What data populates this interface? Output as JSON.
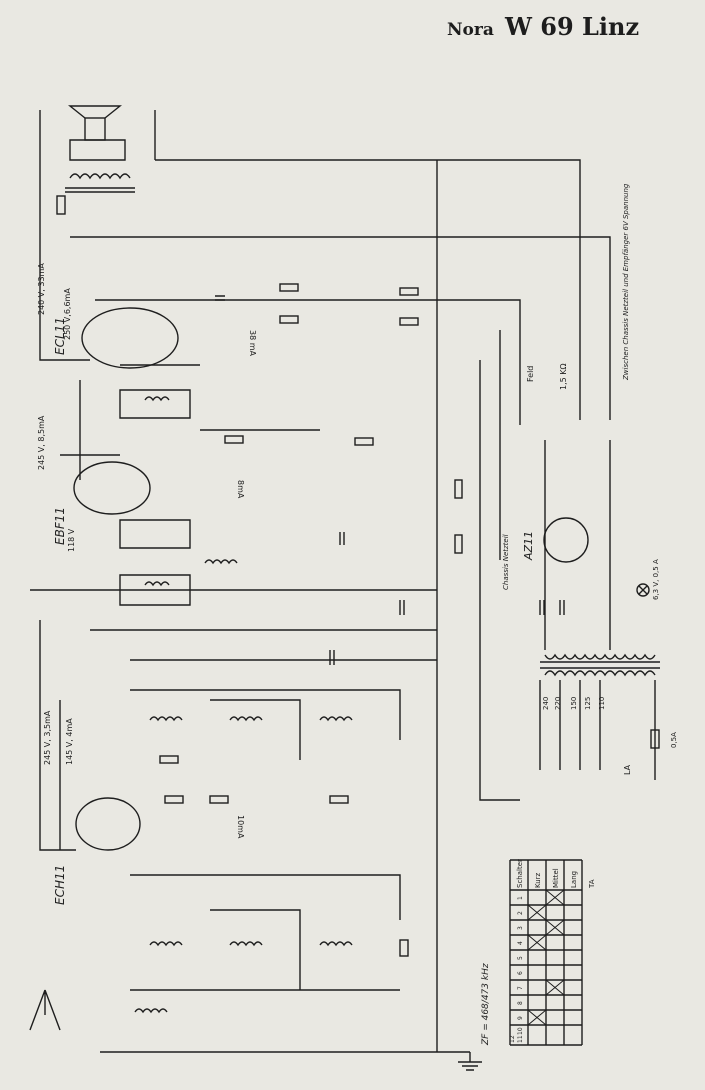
{
  "header": {
    "brand": "Nora",
    "model": "W 69 Linz"
  },
  "tubes": {
    "ecl11": "ECL11",
    "ebf11": "EBF11",
    "ech11": "ECH11",
    "az11": "AZ11"
  },
  "labels": {
    "v_ecl_a": "240 V, 33mA",
    "v_ecl_g": "250 V,6,6mA",
    "i_ecl": "38 mA",
    "v_ebf_a": "245 V, 8,5mA",
    "v_ebf_g": "118 V",
    "i_ebf": "8mA",
    "v_ech_a": "245 V, 3,5mA",
    "v_ech_g": "145 V, 4mA",
    "i_ech": "10mA",
    "zf": "ZF = 468/473 kHz",
    "feld": "Feld",
    "feld_r": "1,5 KΩ",
    "note": "Zwischen Chassis Netzteil und Empfänger 6V Spannung",
    "chassis": "Chassis Netzteil",
    "lamp": "6,3 V, 0,5 A",
    "fuse": "0,5A",
    "la": "LA",
    "tap240": "240",
    "tap220": "220",
    "tap150": "150",
    "tap125": "125",
    "tap110": "110"
  },
  "switch_table": {
    "header": "Schalter",
    "cols": [
      "1",
      "2",
      "3",
      "4",
      "5",
      "6",
      "7",
      "8",
      "9",
      "10",
      "11",
      "12"
    ],
    "rows": [
      "Kurz",
      "Mittel",
      "Lang",
      "TA"
    ]
  }
}
